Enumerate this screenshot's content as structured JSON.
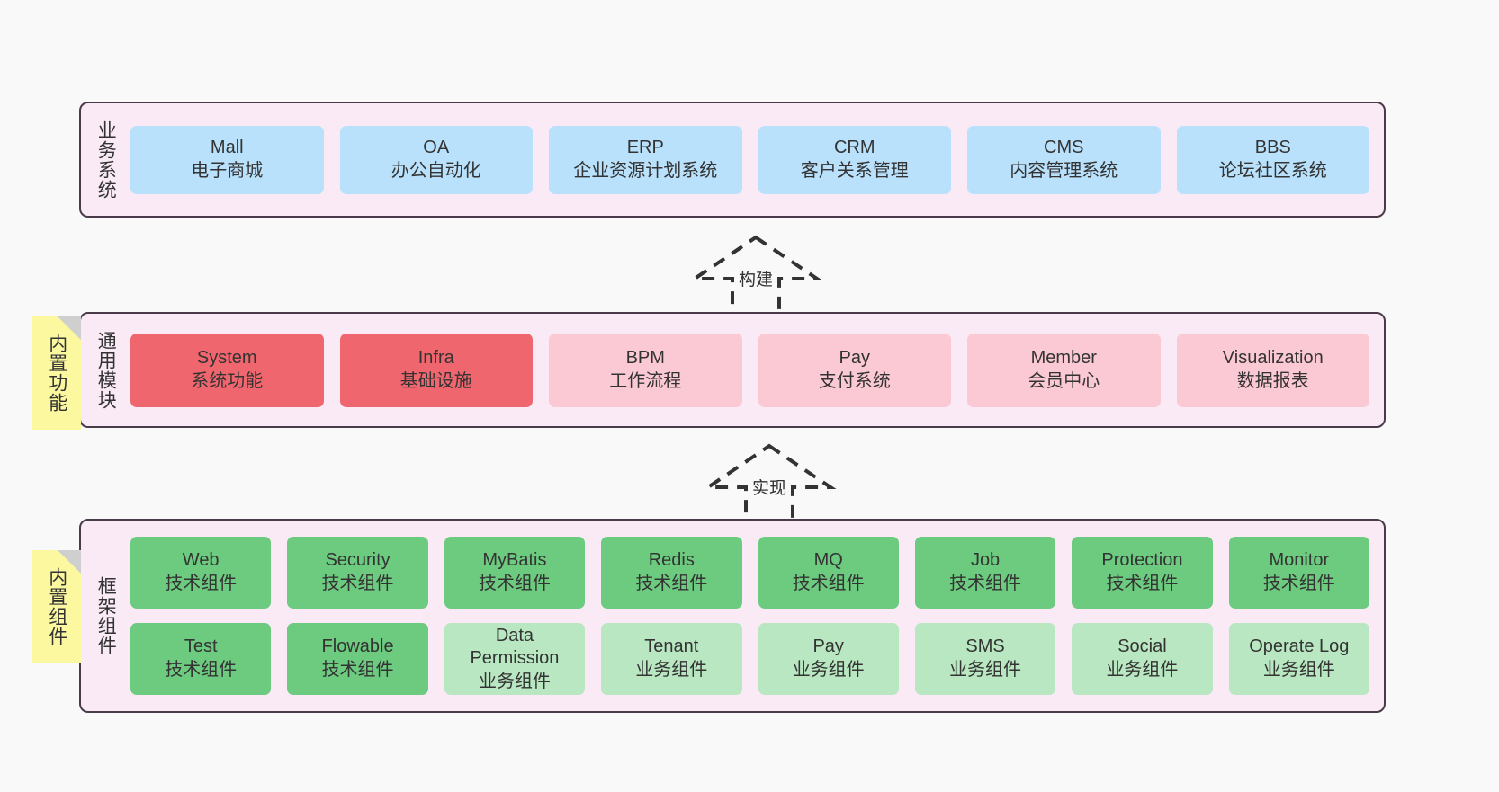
{
  "diagram": {
    "background_color": "#f9f9f9",
    "layer_panel_color": "#f9eaf5",
    "layer_border_color": "#4a3b4a",
    "sticky_color": "#fbf8a0"
  },
  "layers": [
    {
      "id": "business-systems",
      "label": "业务系统",
      "cell_color": "#b9e1fb",
      "rows": [
        [
          {
            "title": "Mall",
            "subtitle": "电子商城"
          },
          {
            "title": "OA",
            "subtitle": "办公自动化"
          },
          {
            "title": "ERP",
            "subtitle": "企业资源计划系统"
          },
          {
            "title": "CRM",
            "subtitle": "客户关系管理"
          },
          {
            "title": "CMS",
            "subtitle": "内容管理系统"
          },
          {
            "title": "BBS",
            "subtitle": "论坛社区系统"
          }
        ]
      ]
    },
    {
      "id": "common-modules",
      "label": "通用模块",
      "cell_color_primary": "#f0666e",
      "cell_color_secondary": "#fbc9d4",
      "rows": [
        [
          {
            "title": "System",
            "subtitle": "系统功能",
            "variant": "primary"
          },
          {
            "title": "Infra",
            "subtitle": "基础设施",
            "variant": "primary"
          },
          {
            "title": "BPM",
            "subtitle": "工作流程",
            "variant": "secondary"
          },
          {
            "title": "Pay",
            "subtitle": "支付系统",
            "variant": "secondary"
          },
          {
            "title": "Member",
            "subtitle": "会员中心",
            "variant": "secondary"
          },
          {
            "title": "Visualization",
            "subtitle": "数据报表",
            "variant": "secondary"
          }
        ]
      ]
    },
    {
      "id": "framework-components",
      "label": "框架组件",
      "cell_color_primary": "#6ccb7f",
      "cell_color_secondary": "#b8e7c1",
      "rows": [
        [
          {
            "title": "Web",
            "subtitle": "技术组件",
            "variant": "primary"
          },
          {
            "title": "Security",
            "subtitle": "技术组件",
            "variant": "primary"
          },
          {
            "title": "MyBatis",
            "subtitle": "技术组件",
            "variant": "primary"
          },
          {
            "title": "Redis",
            "subtitle": "技术组件",
            "variant": "primary"
          },
          {
            "title": "MQ",
            "subtitle": "技术组件",
            "variant": "primary"
          },
          {
            "title": "Job",
            "subtitle": "技术组件",
            "variant": "primary"
          },
          {
            "title": "Protection",
            "subtitle": "技术组件",
            "variant": "primary"
          },
          {
            "title": "Monitor",
            "subtitle": "技术组件",
            "variant": "primary"
          }
        ],
        [
          {
            "title": "Test",
            "subtitle": "技术组件",
            "variant": "primary"
          },
          {
            "title": "Flowable",
            "subtitle": "技术组件",
            "variant": "primary"
          },
          {
            "title": "Data Permission",
            "subtitle": "业务组件",
            "variant": "secondary"
          },
          {
            "title": "Tenant",
            "subtitle": "业务组件",
            "variant": "secondary"
          },
          {
            "title": "Pay",
            "subtitle": "业务组件",
            "variant": "secondary"
          },
          {
            "title": "SMS",
            "subtitle": "业务组件",
            "variant": "secondary"
          },
          {
            "title": "Social",
            "subtitle": "业务组件",
            "variant": "secondary"
          },
          {
            "title": "Operate Log",
            "subtitle": "业务组件",
            "variant": "secondary"
          }
        ]
      ]
    }
  ],
  "stickies": [
    {
      "id": "built-in-functions",
      "label": "内置功能"
    },
    {
      "id": "built-in-components",
      "label": "内置组件"
    }
  ],
  "arrows": [
    {
      "id": "build",
      "label": "构建",
      "style": "dashed-hollow-up"
    },
    {
      "id": "implement",
      "label": "实现",
      "style": "dashed-hollow-up"
    }
  ]
}
